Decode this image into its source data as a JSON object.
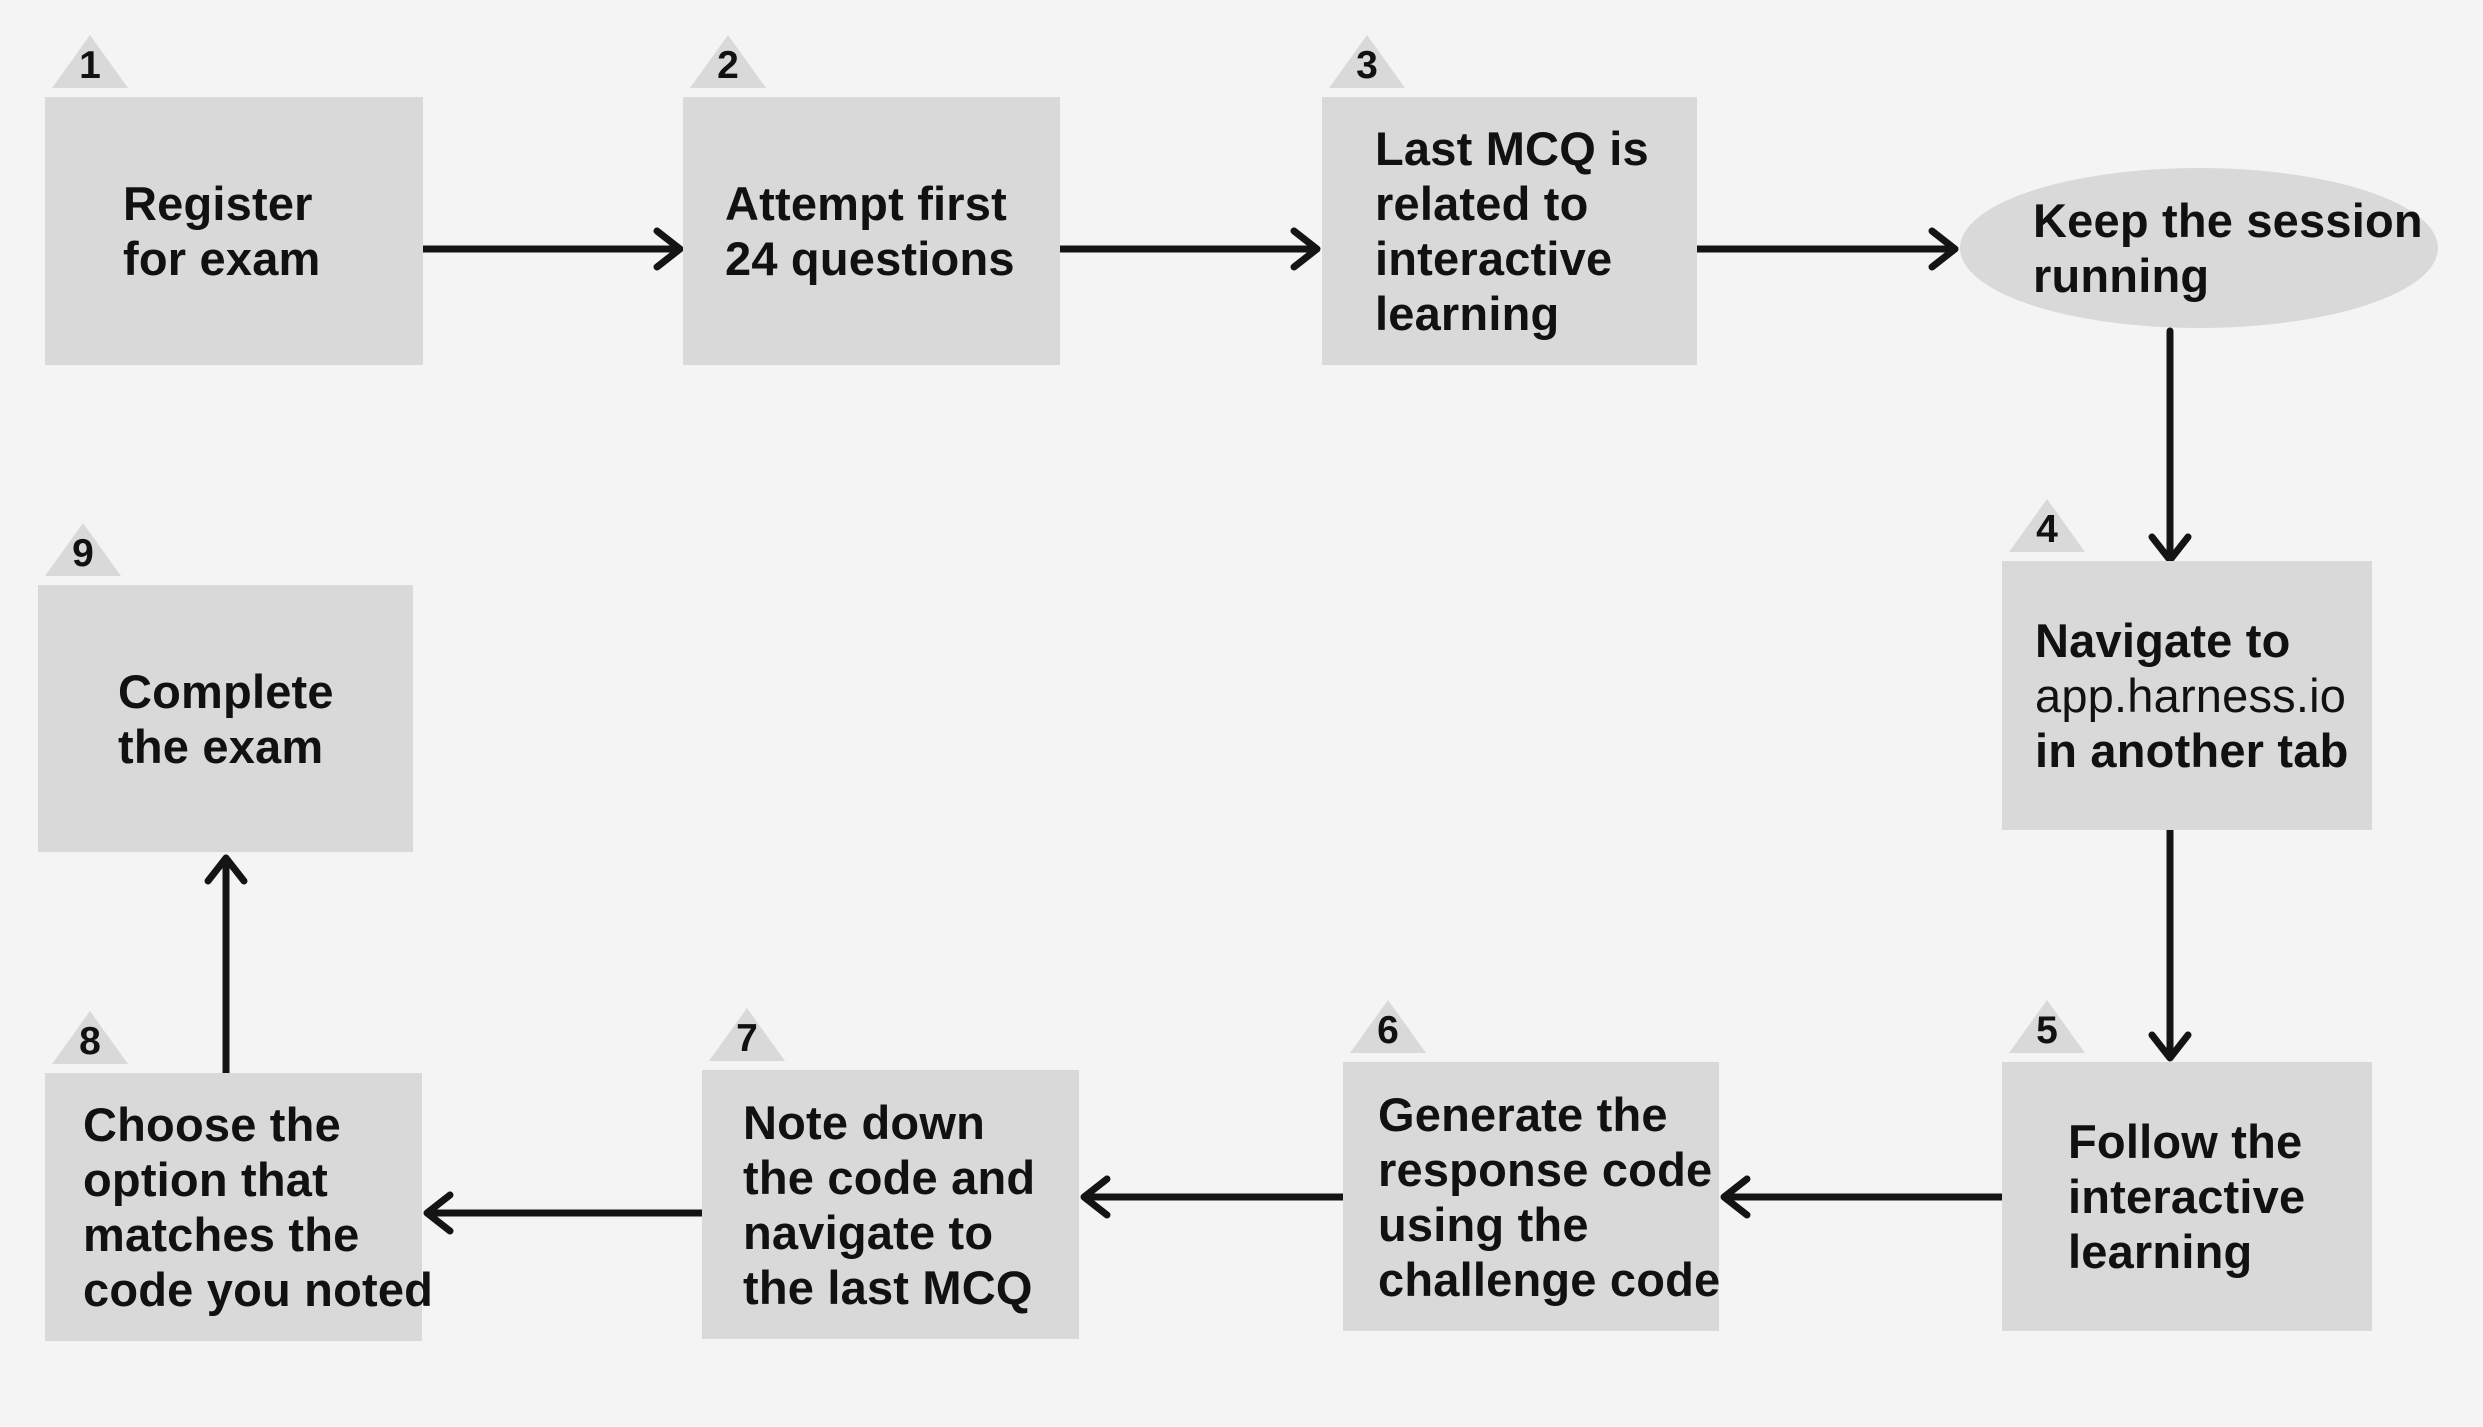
{
  "canvas": {
    "background": "#f4f4f4"
  },
  "colors": {
    "node_fill": "#d9d9d9",
    "marker_fill": "#d9d9d9",
    "text": "#111111",
    "arrow": "#141414"
  },
  "nodes": {
    "step1": {
      "number": "1",
      "lines": [
        "Register",
        "for exam"
      ]
    },
    "step2": {
      "number": "2",
      "lines": [
        "Attempt first",
        "24 questions"
      ]
    },
    "step3": {
      "number": "3",
      "lines": [
        "Last MCQ is",
        "related to",
        "interactive",
        "learning"
      ]
    },
    "session": {
      "lines": [
        "Keep the session",
        "running"
      ]
    },
    "step4": {
      "number": "4",
      "lines": [
        "Navigate to",
        "app.harness.io",
        "in another tab"
      ]
    },
    "step5": {
      "number": "5",
      "lines": [
        "Follow the",
        "interactive",
        "learning"
      ]
    },
    "step6": {
      "number": "6",
      "lines": [
        "Generate the",
        "response code",
        "using the",
        "challenge code"
      ]
    },
    "step7": {
      "number": "7",
      "lines": [
        "Note down",
        "the code and",
        "navigate to",
        "the last MCQ"
      ]
    },
    "step8": {
      "number": "8",
      "lines": [
        "Choose the",
        "option that",
        "matches the",
        "code you noted"
      ]
    },
    "step9": {
      "number": "9",
      "lines": [
        "Complete",
        "the exam"
      ]
    }
  }
}
